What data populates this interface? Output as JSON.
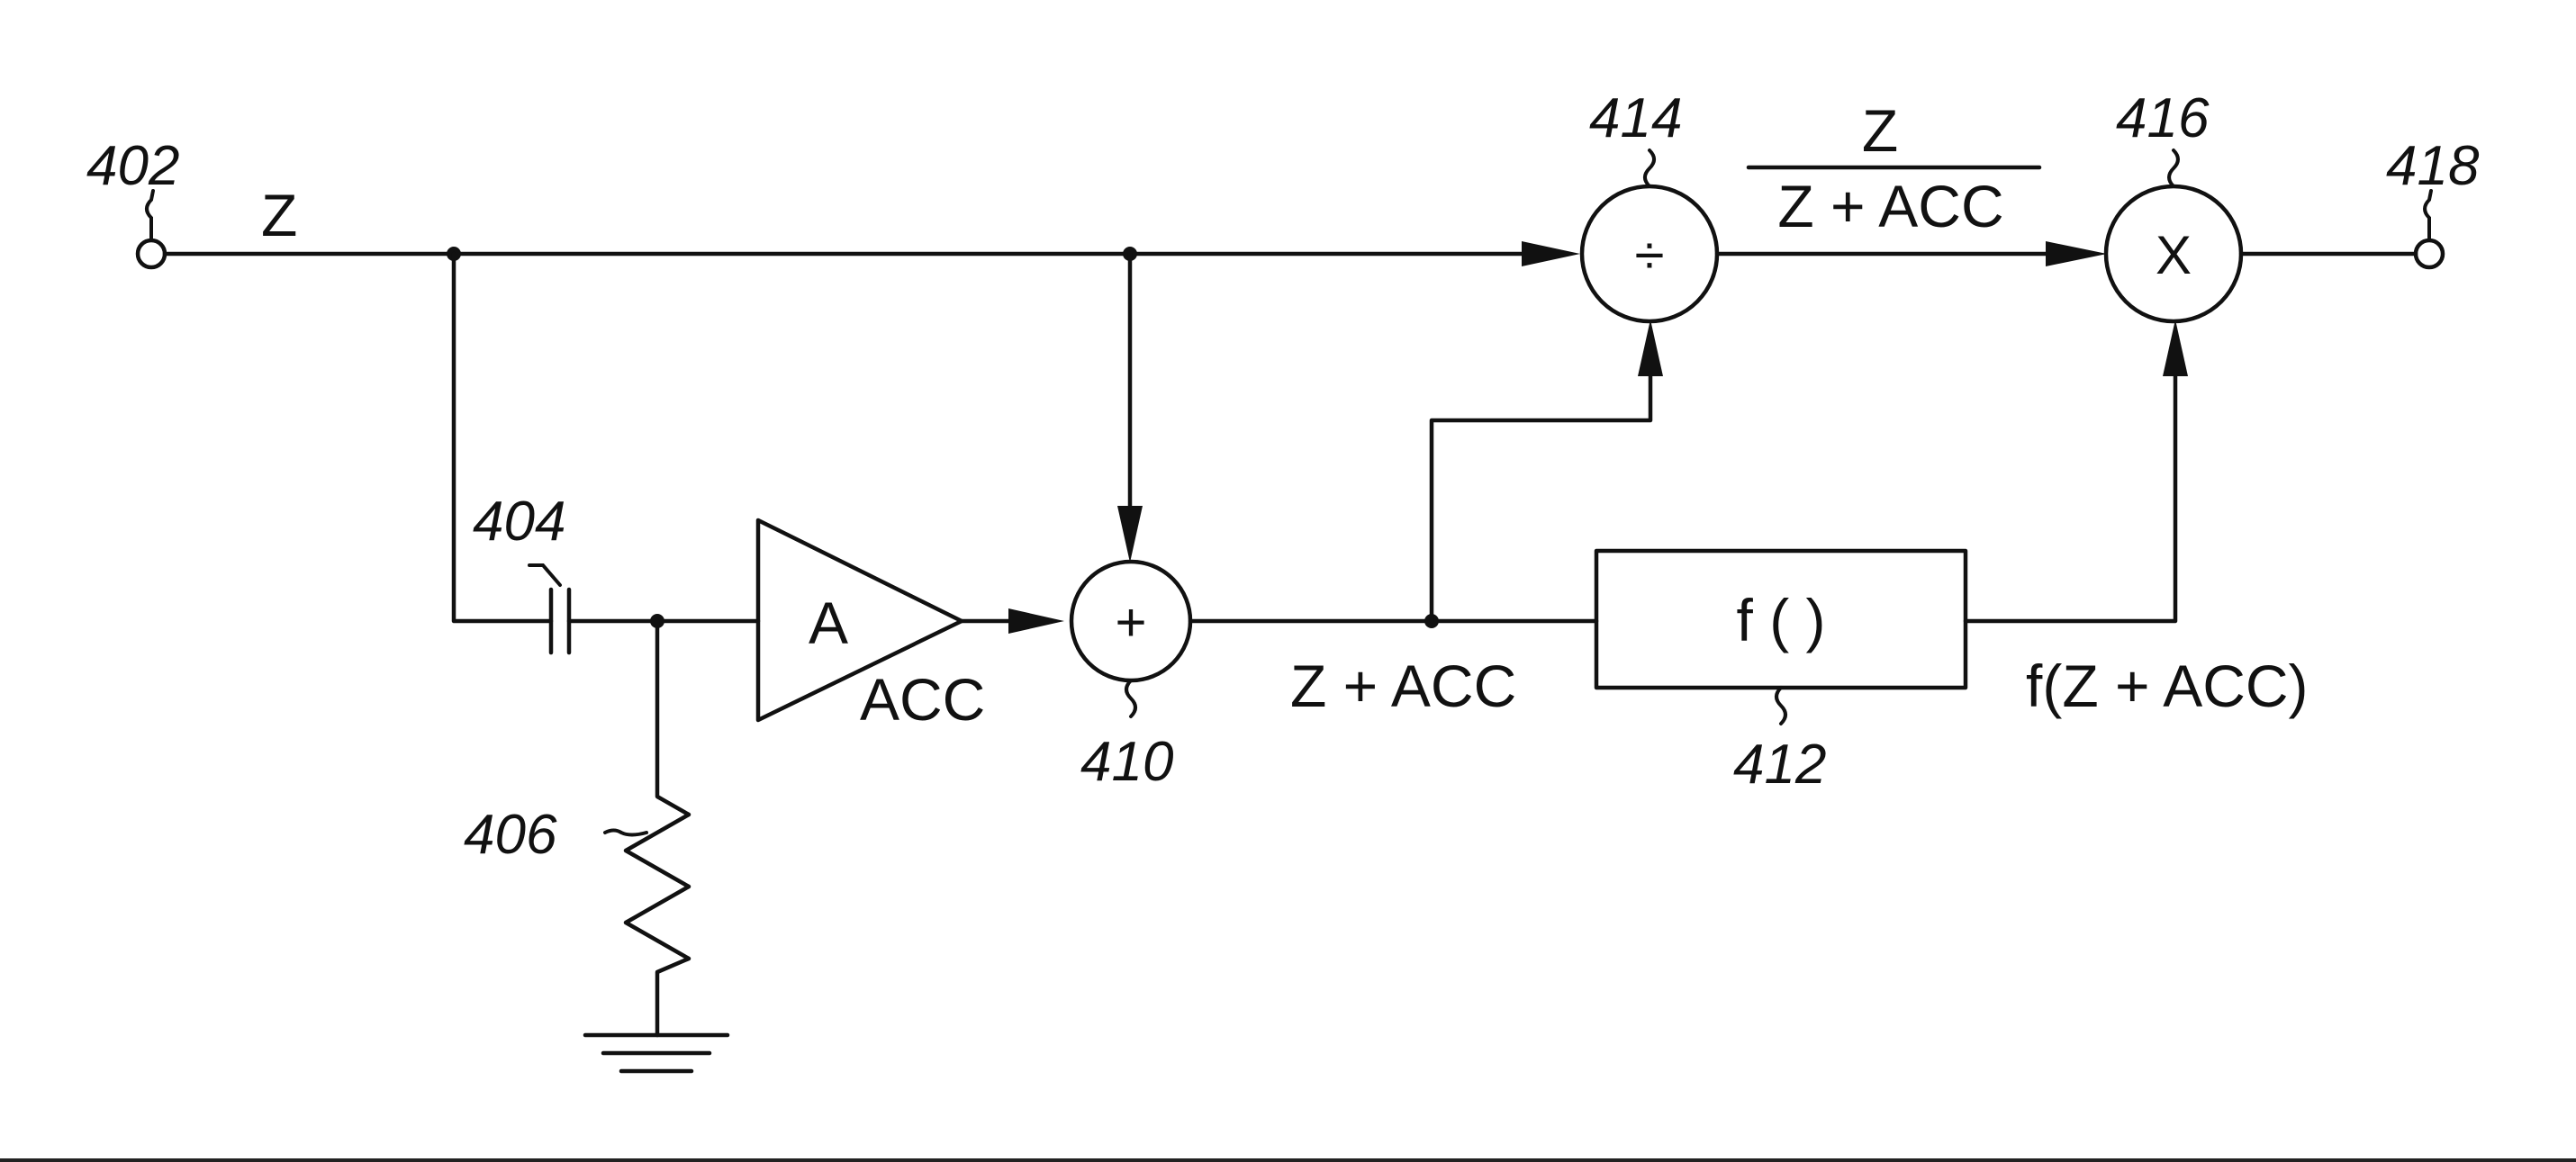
{
  "diagram": {
    "references": {
      "input_node": "402",
      "capacitor": "404",
      "resistor": "406",
      "adder": "410",
      "function_block": "412",
      "divider": "414",
      "multiplier": "416",
      "output_node": "418"
    },
    "labels": {
      "input_signal": "Z",
      "amplifier_gain": "A",
      "amplifier_output": "ACC",
      "adder_symbol": "+",
      "adder_output": "Z + ACC",
      "function_text": "f ( )",
      "function_output": "f(Z + ACC)",
      "divider_symbol": "÷",
      "ratio_numerator": "Z",
      "ratio_denominator": "Z + ACC",
      "multiplier_symbol": "X"
    }
  }
}
